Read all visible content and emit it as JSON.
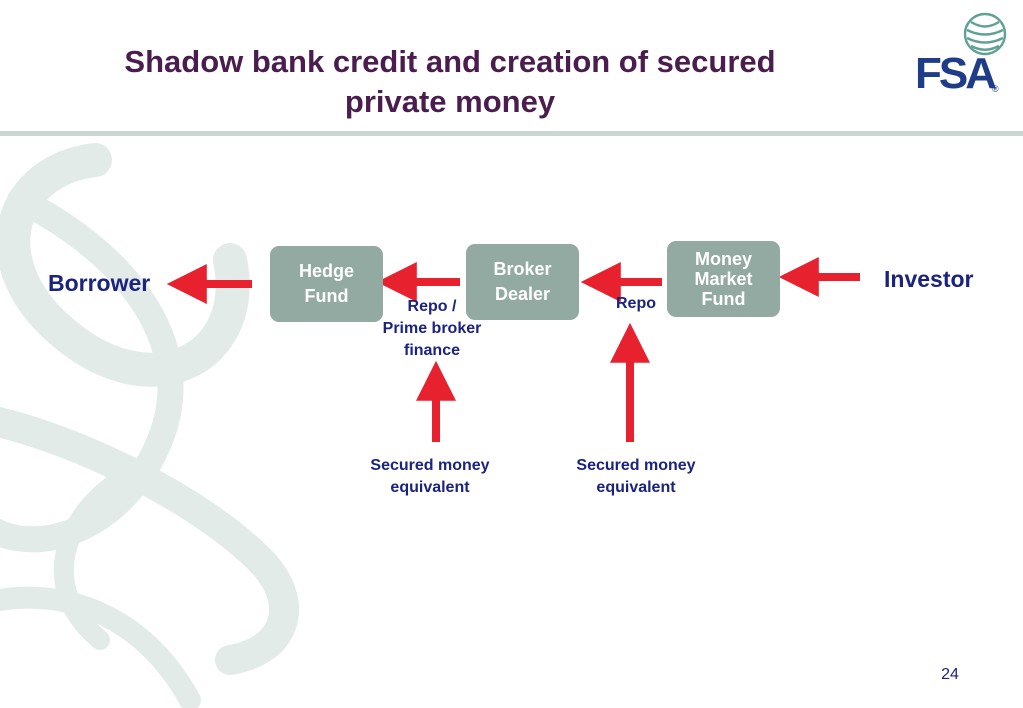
{
  "slide": {
    "title": "Shadow bank credit and creation of secured private money",
    "page_number": "24"
  },
  "logo": {
    "text": "FSA",
    "registered_mark": "®",
    "emblem_icon": "fsa-emblem-icon",
    "brand_color": "#1f3c88",
    "emblem_color": "#5fa294"
  },
  "diagram": {
    "external": {
      "borrower": "Borrower",
      "investor": "Investor"
    },
    "nodes": {
      "hedge_fund": {
        "line1": "Hedge",
        "line2": "Fund"
      },
      "broker_dealer": {
        "line1": "Broker",
        "line2": "Dealer"
      },
      "money_market_fund": {
        "line1": "Money",
        "line2": "Market",
        "line3": "Fund"
      }
    },
    "edge_labels": {
      "repo_prime": {
        "line1": "Repo /",
        "line2": "Prime broker",
        "line3": "finance"
      },
      "repo": "Repo",
      "secured_1": {
        "line1": "Secured money",
        "line2": "equivalent"
      },
      "secured_2": {
        "line1": "Secured money",
        "line2": "equivalent"
      }
    },
    "colors": {
      "node_fill": "#93aaa3",
      "arrow": "#e8212e",
      "label_text": "#1a237e",
      "title_text": "#4b1d4f"
    }
  }
}
